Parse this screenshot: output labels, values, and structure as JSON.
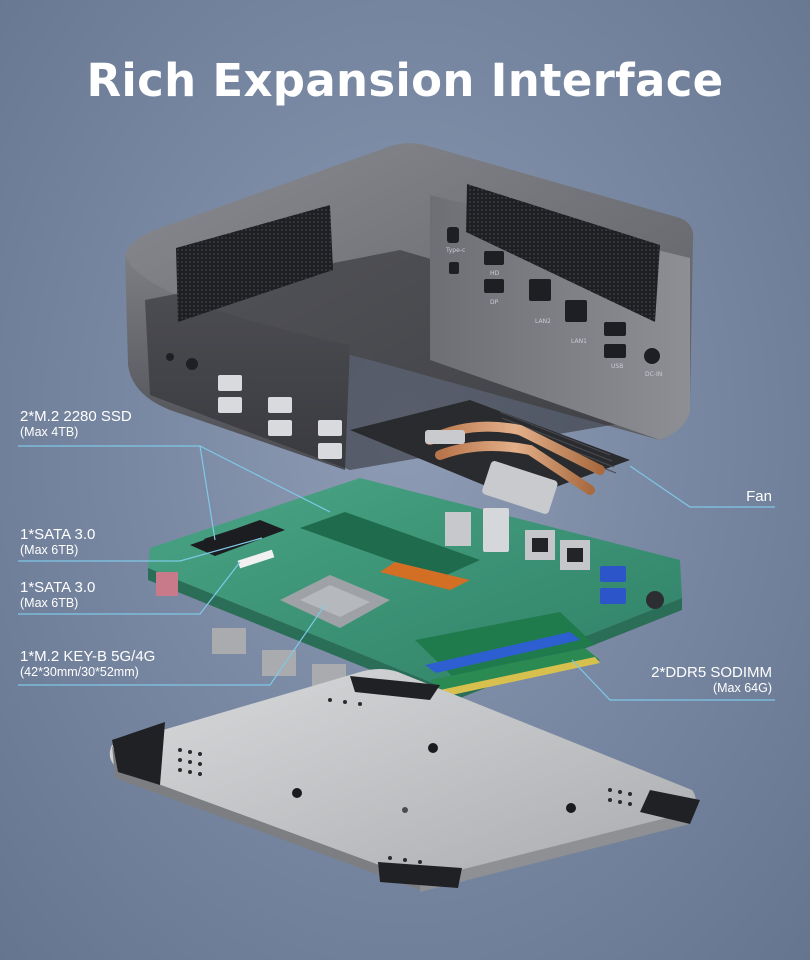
{
  "title": "Rich Expansion Interface",
  "callouts": {
    "m2_ssd": {
      "main": "2*M.2 2280 SSD",
      "sub": "(Max 4TB)"
    },
    "sata_1": {
      "main": "1*SATA 3.0",
      "sub": "(Max 6TB)"
    },
    "sata_2": {
      "main": "1*SATA 3.0",
      "sub": "(Max 6TB)"
    },
    "m2_keyb": {
      "main": "1*M.2 KEY-B 5G/4G",
      "sub": "(42*30mm/30*52mm)"
    },
    "fan": {
      "main": "Fan"
    },
    "ddr5": {
      "main": "2*DDR5 SODIMM",
      "sub": "(Max 64G)"
    }
  },
  "port_labels": {
    "typec": "Type-c",
    "hd": "HD",
    "dp": "DP",
    "lan2": "LAN2",
    "lan1": "LAN1",
    "usb": "USB",
    "dcin": "DC-IN"
  },
  "colors": {
    "callout_line": "#7ec8e8",
    "pcb": "#3e9a7c",
    "chassis": "#5e6066"
  }
}
